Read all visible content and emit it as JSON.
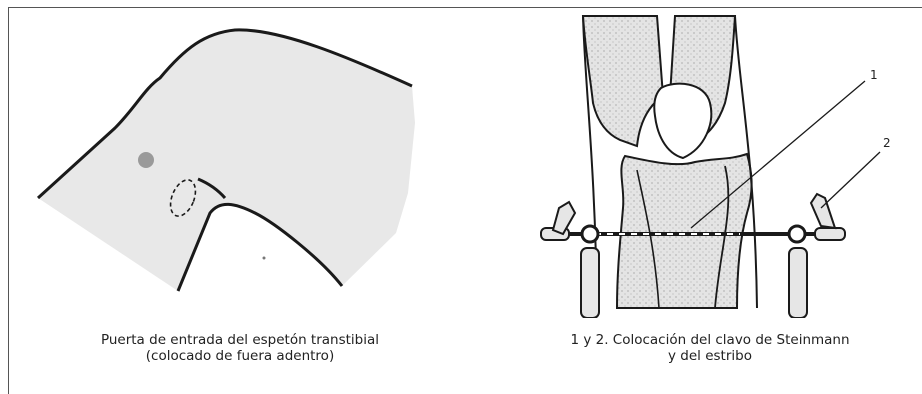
{
  "left_panel": {
    "caption_line1": "Puerta de entrada del espetón transtibial",
    "caption_line2": "(colocado de fuera adentro)"
  },
  "right_panel": {
    "caption_line1": "1 y 2. Colocación del clavo de Steinmann",
    "caption_line2": "y del estribo",
    "callouts": [
      "1",
      "2"
    ]
  },
  "colors": {
    "skin_fill": "#e8e8e8",
    "bone_fill": "#e2e2e2",
    "entry_point": "#9a9a9a",
    "outline": "#1a1a1a"
  }
}
